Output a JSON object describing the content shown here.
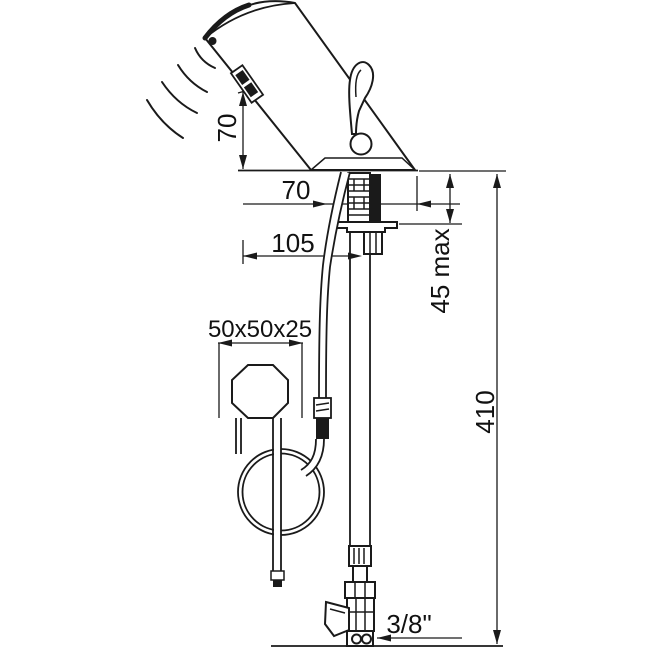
{
  "drawing": {
    "type": "technical-dimension-drawing",
    "subject": "deck-mounted sensor tap with control box and stop valve",
    "background_color": "#ffffff",
    "line_color": "#1a1a1a",
    "dimensions": {
      "spout_height": "70",
      "base_offset": "70",
      "reach": "105",
      "deck_max_thickness": "45 max",
      "supply_length": "410",
      "control_box_size": "50x50x25",
      "connection_size": "3/8\""
    }
  }
}
